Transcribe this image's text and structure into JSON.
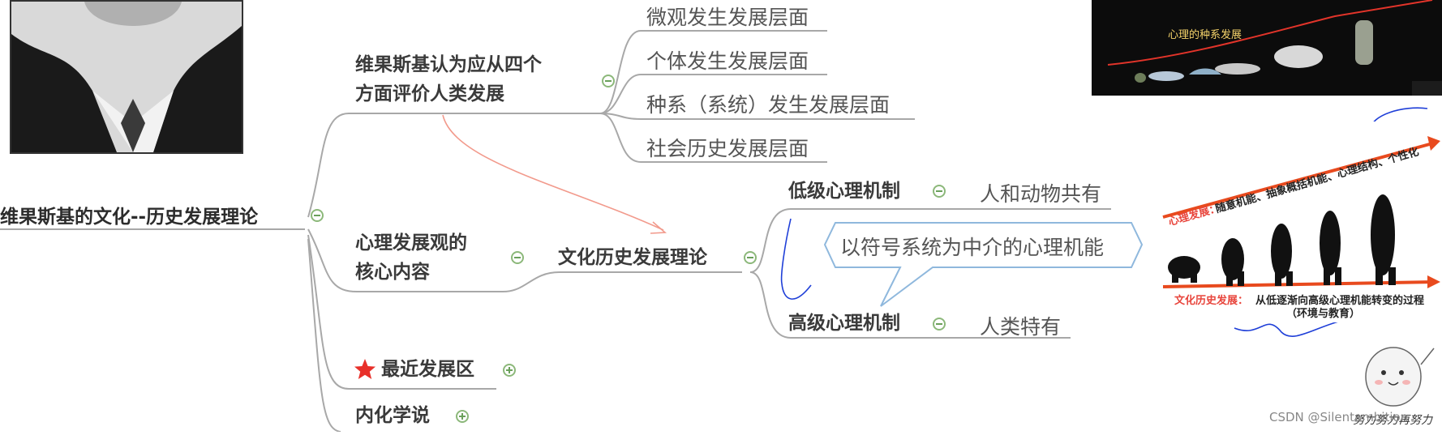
{
  "root": {
    "title": "维果斯基的文化--历史发展理论"
  },
  "branch_evaluate": {
    "title_line1": "维果斯基认为应从四个",
    "title_line2": "方面评价人类发展",
    "children": [
      "微观发生发展层面",
      "个体发生发展层面",
      "种系（系统）发生发展层面",
      "社会历史发展层面"
    ]
  },
  "branch_core": {
    "title_line1": "心理发展观的",
    "title_line2": "核心内容",
    "child": "文化历史发展理论",
    "low": {
      "label": "低级心理机制",
      "note": "人和动物共有"
    },
    "high": {
      "label": "高级心理机制",
      "note": "人类特有"
    },
    "callout": "以符号系统为中介的心理机能"
  },
  "branch_zone": {
    "label": "最近发展区"
  },
  "branch_internal": {
    "label": "内化学说"
  },
  "images": {
    "species_caption": "心理的种系发展",
    "evo_psych_prefix": "心理发展：",
    "evo_psych_text": "随意机能、抽象概括机能、心理结构、个性化",
    "evo_culture_prefix": "文化历史发展：",
    "evo_culture_text": "从低逐渐向高级心理机能转变的过程",
    "evo_culture_sub": "（环境与教育）",
    "doodle_text": "努力努力再努力"
  },
  "watermark": "CSDN @Silentambition",
  "colors": {
    "line": "#a8a8a8",
    "toggle": "#8cb87a",
    "arrow_red": "#e8604c",
    "ink_blue": "#1f3fd8"
  }
}
